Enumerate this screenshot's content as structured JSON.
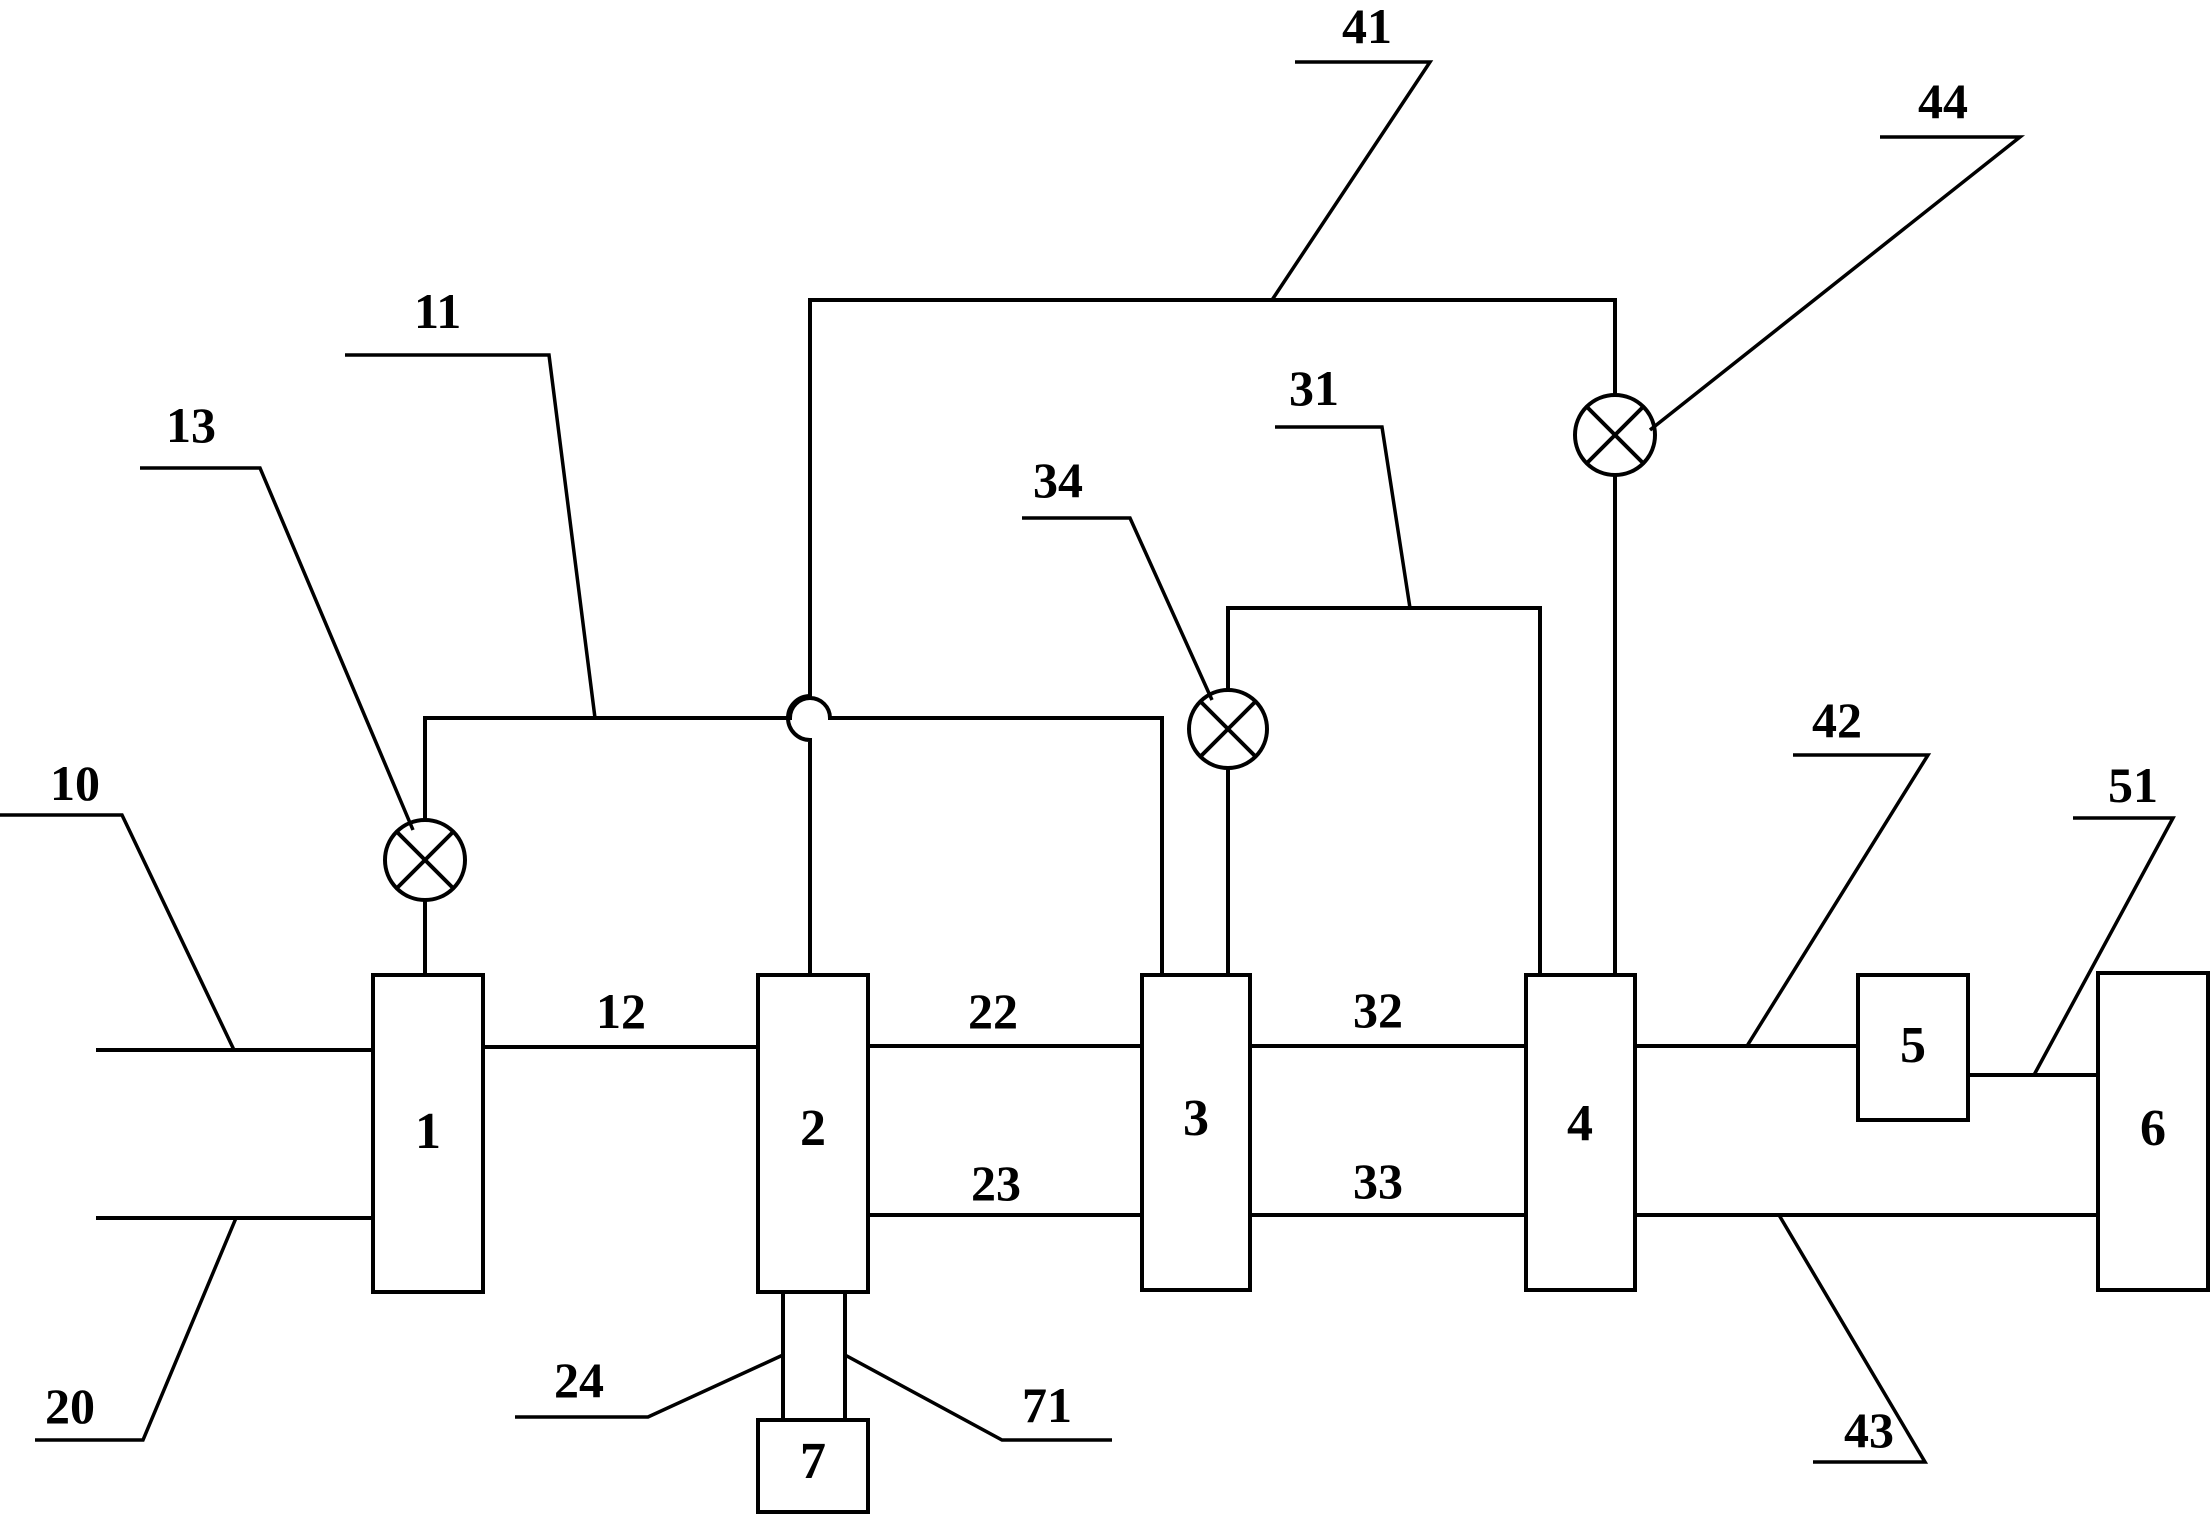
{
  "diagram": {
    "components": [
      {
        "id": "1",
        "label": "1"
      },
      {
        "id": "2",
        "label": "2"
      },
      {
        "id": "3",
        "label": "3"
      },
      {
        "id": "4",
        "label": "4"
      },
      {
        "id": "5",
        "label": "5"
      },
      {
        "id": "6",
        "label": "6"
      },
      {
        "id": "7",
        "label": "7"
      }
    ],
    "reference_numerals": {
      "n10": "10",
      "n20": "20",
      "n11": "11",
      "n12": "12",
      "n13": "13",
      "n22": "22",
      "n23": "23",
      "n24": "24",
      "n31": "31",
      "n32": "32",
      "n33": "33",
      "n34": "34",
      "n41": "41",
      "n42": "42",
      "n43": "43",
      "n44": "44",
      "n51": "51",
      "n71": "71"
    },
    "valves": [
      "13",
      "34",
      "44"
    ]
  }
}
